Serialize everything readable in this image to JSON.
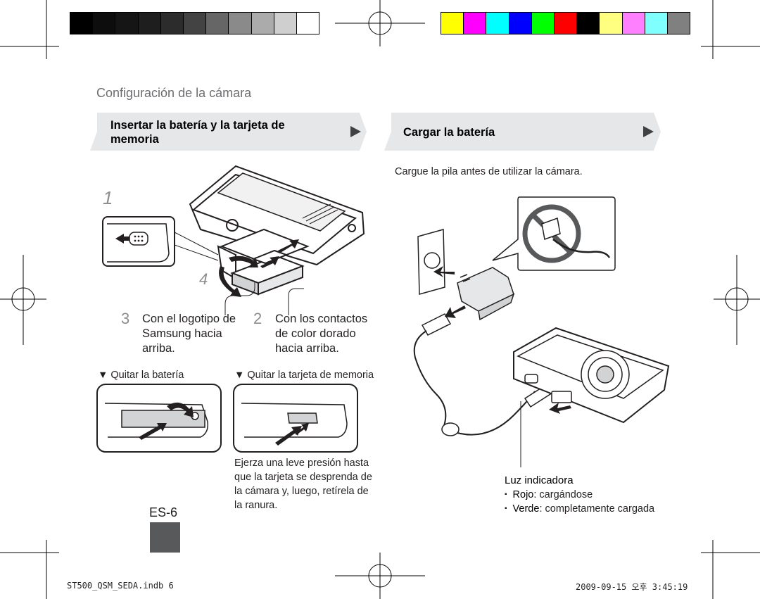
{
  "color_bars": {
    "grayscale": [
      "#000000",
      "#0d0d0d",
      "#151515",
      "#1e1e1e",
      "#2c2c2c",
      "#434343",
      "#666666",
      "#8a8a8a",
      "#ababab",
      "#cfcfcf",
      "#ffffff"
    ],
    "process": [
      "#ffff00",
      "#ff00ff",
      "#00ffff",
      "#0000ff",
      "#00ff00",
      "#ff0000",
      "#000000",
      "#ffff80",
      "#ff80ff",
      "#80ffff",
      "#808080"
    ]
  },
  "section": {
    "title": "Configuración de la cámara"
  },
  "left_banner": {
    "line1": "Insertar la batería y la tarjeta de",
    "line2": "memoria"
  },
  "right_banner": {
    "title": "Cargar la batería"
  },
  "charge_instruction": "Cargue la pila antes de utilizar la cámara.",
  "steps": {
    "step1": "1",
    "step2_num": "2",
    "step2_l1": "Con los contactos",
    "step2_l2": "de color dorado",
    "step2_l3": "hacia arriba.",
    "step3_num": "3",
    "step3_l1": "Con el logotipo de",
    "step3_l2": "Samsung hacia",
    "step3_l3": "arriba.",
    "step4": "4"
  },
  "remove": {
    "battery_label": "▼ Quitar la batería",
    "card_label": "▼ Quitar la tarjeta de memoria",
    "note_l1": "Ejerza una leve presión hasta",
    "note_l2": "que la tarjeta se desprenda de",
    "note_l3": "la cámara y, luego, retírela de",
    "note_l4": "la ranura."
  },
  "page_number": "ES-6",
  "indicator": {
    "title": "Luz indicadora",
    "red_label": "Rojo",
    "red_desc": ": cargándose",
    "green_label": "Verde",
    "green_desc": ": completamente cargada",
    "bullet": "▪"
  },
  "footer": {
    "file": "ST500_QSM_SEDA.indb   6",
    "timestamp": "2009-09-15   오후 3:45:19"
  }
}
